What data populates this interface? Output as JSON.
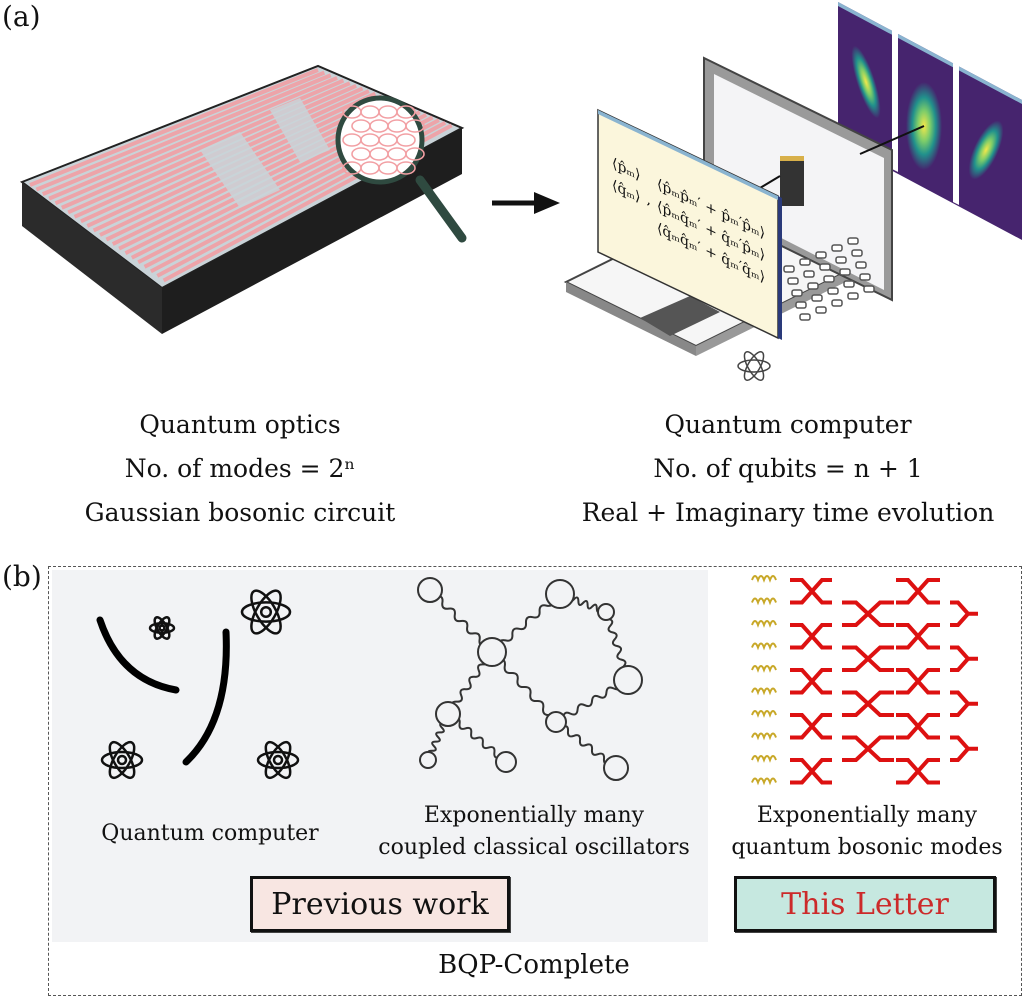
{
  "panel_a": {
    "label": "(a)",
    "left_caption": [
      "Quantum optics",
      "No. of modes = 2ⁿ",
      "Gaussian bosonic circuit"
    ],
    "right_caption": [
      "Quantum computer",
      "No. of qubits = n + 1",
      "Real + Imaginary time evolution"
    ],
    "arrow_icon": "right-arrow",
    "screen_equations": {
      "col1": [
        "⟨p̂ₘ⟩",
        "⟨q̂ₘ⟩"
      ],
      "sep": ",",
      "col2": [
        "⟨p̂ₘp̂ₘ′ + p̂ₘ′p̂ₘ⟩",
        "⟨p̂ₘq̂ₘ′ + q̂ₘ′p̂ₘ⟩",
        "⟨q̂ₘq̂ₘ′ + q̂ₘ′q̂ₘ⟩"
      ]
    },
    "colors": {
      "chip_waveguide": "#f2a0a4",
      "chip_top": "#c9d3d8",
      "chip_side": "#2a2a2a",
      "wigner_bg": "#46246e",
      "panel_paper": "#fbf6dc",
      "edge_blue": "#8ab4d0"
    }
  },
  "panel_b": {
    "label": "(b)",
    "items": [
      {
        "caption": [
          "Quantum computer"
        ]
      },
      {
        "caption": [
          "Exponentially many",
          "coupled classical oscillators"
        ]
      },
      {
        "caption": [
          "Exponentially many",
          "quantum bosonic modes"
        ]
      }
    ],
    "previous_work": "Previous work",
    "this_letter": "This Letter",
    "footer": "BQP-Complete",
    "colors": {
      "prev_bg": "#f8e6e2",
      "letter_bg": "#c6e8e0",
      "letter_text": "#cc2a2a",
      "network_red": "#dd1111",
      "spring_gold": "#c8a828",
      "shade": "#f2f3f5"
    }
  }
}
